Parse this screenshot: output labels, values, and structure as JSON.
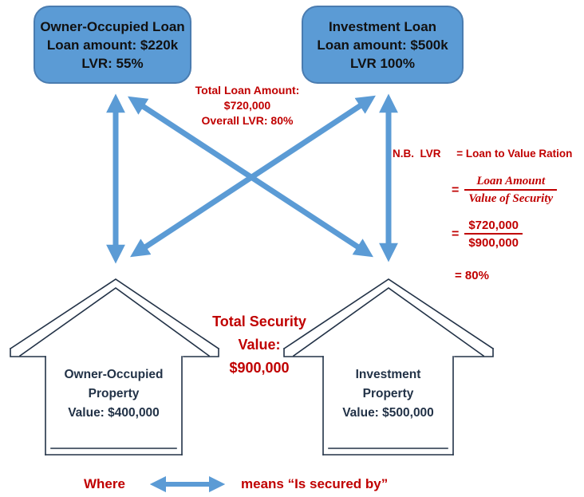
{
  "loan_boxes": {
    "owner": {
      "title": "Owner-Occupied Loan",
      "amount": "Loan amount: $220k",
      "lvr": "LVR: 55%"
    },
    "investment": {
      "title": "Investment Loan",
      "amount": "Loan amount: $500k",
      "lvr": "LVR 100%"
    }
  },
  "total_loan": {
    "line1": "Total Loan Amount:",
    "line2": "$720,000",
    "line3": "Overall LVR: 80%"
  },
  "lvr_note": {
    "label": "N.B.  LVR",
    "definition": "= Loan to Value Ration",
    "equals": "=",
    "formula_numerator": "Loan Amount",
    "formula_denominator": "Value of Security",
    "calc_numerator": "$720,000",
    "calc_denominator": "$900,000",
    "result": "= 80%"
  },
  "total_security": {
    "line1": "Total Security",
    "line2": "Value:",
    "line3": "$900,000"
  },
  "houses": {
    "owner": {
      "line1": "Owner-Occupied",
      "line2": "Property",
      "line3": "Value: $400,000"
    },
    "investment": {
      "line1": "Investment",
      "line2": "Property",
      "line3": "Value: $500,000"
    }
  },
  "legend": {
    "where": "Where",
    "meaning": "means “Is secured by”"
  },
  "colors": {
    "arrow_blue": "#5B9BD5",
    "box_fill": "#5B9BD5",
    "box_border": "#4A7CB0",
    "red_text": "#C00000",
    "house_outline": "#223247"
  }
}
